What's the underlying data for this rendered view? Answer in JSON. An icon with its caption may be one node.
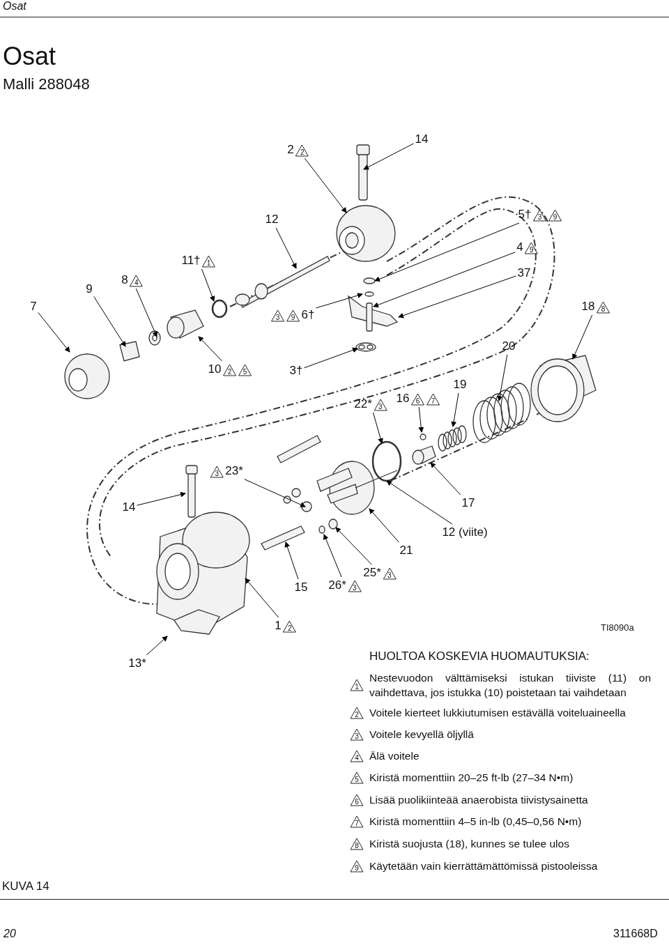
{
  "diagram": {
    "title": "Osat",
    "caption": "KUVA 14",
    "nodes": [
      {
        "text": [
          "7"
        ]
      },
      {
        "text": [
          "9"
        ]
      },
      {
        "text": [
          "8",
          "4"
        ]
      },
      {
        "text": [
          "11†",
          "1"
        ]
      },
      {
        "text": [
          "12"
        ]
      },
      {
        "text": [
          "2",
          "2"
        ]
      },
      {
        "text": [
          "14"
        ]
      },
      {
        "text": [
          "5†",
          "3",
          "9"
        ]
      },
      {
        "text": [
          "4",
          "9"
        ]
      },
      {
        "text": [
          "37"
        ]
      },
      {
        "text": [
          "3",
          "9",
          "6†"
        ]
      },
      {
        "text": [
          "18",
          "8"
        ]
      },
      {
        "text": [
          "20"
        ]
      },
      {
        "text": [
          "10",
          "2",
          "5"
        ]
      },
      {
        "text": [
          "3†"
        ]
      },
      {
        "text": [
          "22*",
          "3"
        ]
      },
      {
        "text": [
          "16",
          "6",
          "7"
        ]
      },
      {
        "text": [
          "19"
        ]
      },
      {
        "text": [
          "3",
          "23*"
        ]
      },
      {
        "text": [
          "14"
        ]
      },
      {
        "text": [
          "17"
        ]
      },
      {
        "text": [
          "12 (viite)"
        ]
      },
      {
        "text": [
          "21"
        ]
      },
      {
        "text": [
          "15"
        ]
      },
      {
        "text": [
          "26*",
          "3"
        ]
      },
      {
        "text": [
          "25*",
          "3"
        ]
      },
      {
        "text": [
          "1",
          "2"
        ]
      },
      {
        "text": [
          "13*"
        ]
      },
      {
        "text": [
          "1",
          "Nestevuodon välttämiseksi istukan tiiviste (11) on vaihdettava, jos istukka (10) poistetaan tai vaihdetaan"
        ]
      },
      {
        "text": [
          "2",
          "Voitele kierteet lukkiutumisen estävällä voiteluaineella"
        ]
      },
      {
        "text": [
          "3",
          "Voitele kevyellä öljyllä"
        ]
      },
      {
        "text": [
          "4",
          "Älä voitele"
        ]
      },
      {
        "text": [
          "5",
          "Kiristä momenttiin 20–25 ft-lb (27–34 N•m)"
        ]
      },
      {
        "text": [
          "6",
          "Lisää puolikiinteää anaerobista tiivistysainetta"
        ]
      },
      {
        "text": [
          "7",
          "Kiristä momenttiin 4–5 in-lb (0,45–0,56 N•m)"
        ]
      },
      {
        "text": [
          "8",
          "Kiristä suojusta (18), kunnes se tulee ulos"
        ]
      },
      {
        "text": [
          "9",
          "Käytetään vain kierrättämättömissä pistooleissa"
        ]
      }
    ],
    "edges": [
      {
        "from": 0,
        "to": null,
        "arrow": "to"
      },
      {
        "from": 1,
        "to": null,
        "arrow": "to"
      },
      {
        "from": 2,
        "to": null,
        "arrow": "to"
      },
      {
        "from": 3,
        "to": null,
        "arrow": "to"
      },
      {
        "from": 4,
        "to": null,
        "arrow": "to"
      },
      {
        "from": 5,
        "to": null,
        "arrow": "to"
      },
      {
        "from": 6,
        "to": null,
        "arrow": "to"
      },
      {
        "from": 7,
        "to": null,
        "arrow": "to"
      },
      {
        "from": 8,
        "to": null,
        "arrow": "to"
      },
      {
        "from": 9,
        "to": null,
        "arrow": "to"
      },
      {
        "from": 10,
        "to": null,
        "arrow": "to"
      },
      {
        "from": 11,
        "to": null,
        "arrow": "to"
      },
      {
        "from": 12,
        "to": null,
        "arrow": "to"
      },
      {
        "from": 13,
        "to": null,
        "arrow": "to"
      },
      {
        "from": 14,
        "to": null,
        "arrow": "to"
      },
      {
        "from": 15,
        "to": null,
        "arrow": "to"
      },
      {
        "from": 16,
        "to": null,
        "arrow": "to"
      },
      {
        "from": 17,
        "to": null,
        "arrow": "to"
      },
      {
        "from": 18,
        "to": null,
        "arrow": "to"
      },
      {
        "from": 19,
        "to": null,
        "arrow": "to"
      },
      {
        "from": 20,
        "to": null,
        "arrow": "to"
      },
      {
        "from": 21,
        "to": null,
        "arrow": "to"
      },
      {
        "from": 22,
        "to": null,
        "arrow": "to"
      },
      {
        "from": 23,
        "to": null,
        "arrow": "to"
      },
      {
        "from": 24,
        "to": null,
        "arrow": "to"
      },
      {
        "from": 25,
        "to": null,
        "arrow": "to"
      },
      {
        "from": 26,
        "to": null,
        "arrow": "to"
      },
      {
        "from": 27,
        "to": null,
        "arrow": "to"
      }
    ],
    "labels": [
      "Osat",
      "Malli 288048",
      "TI8090a",
      "HUOLTOA KOSKEVIA HUOMAUTUKSIA:",
      "20",
      "311668D"
    ]
  }
}
